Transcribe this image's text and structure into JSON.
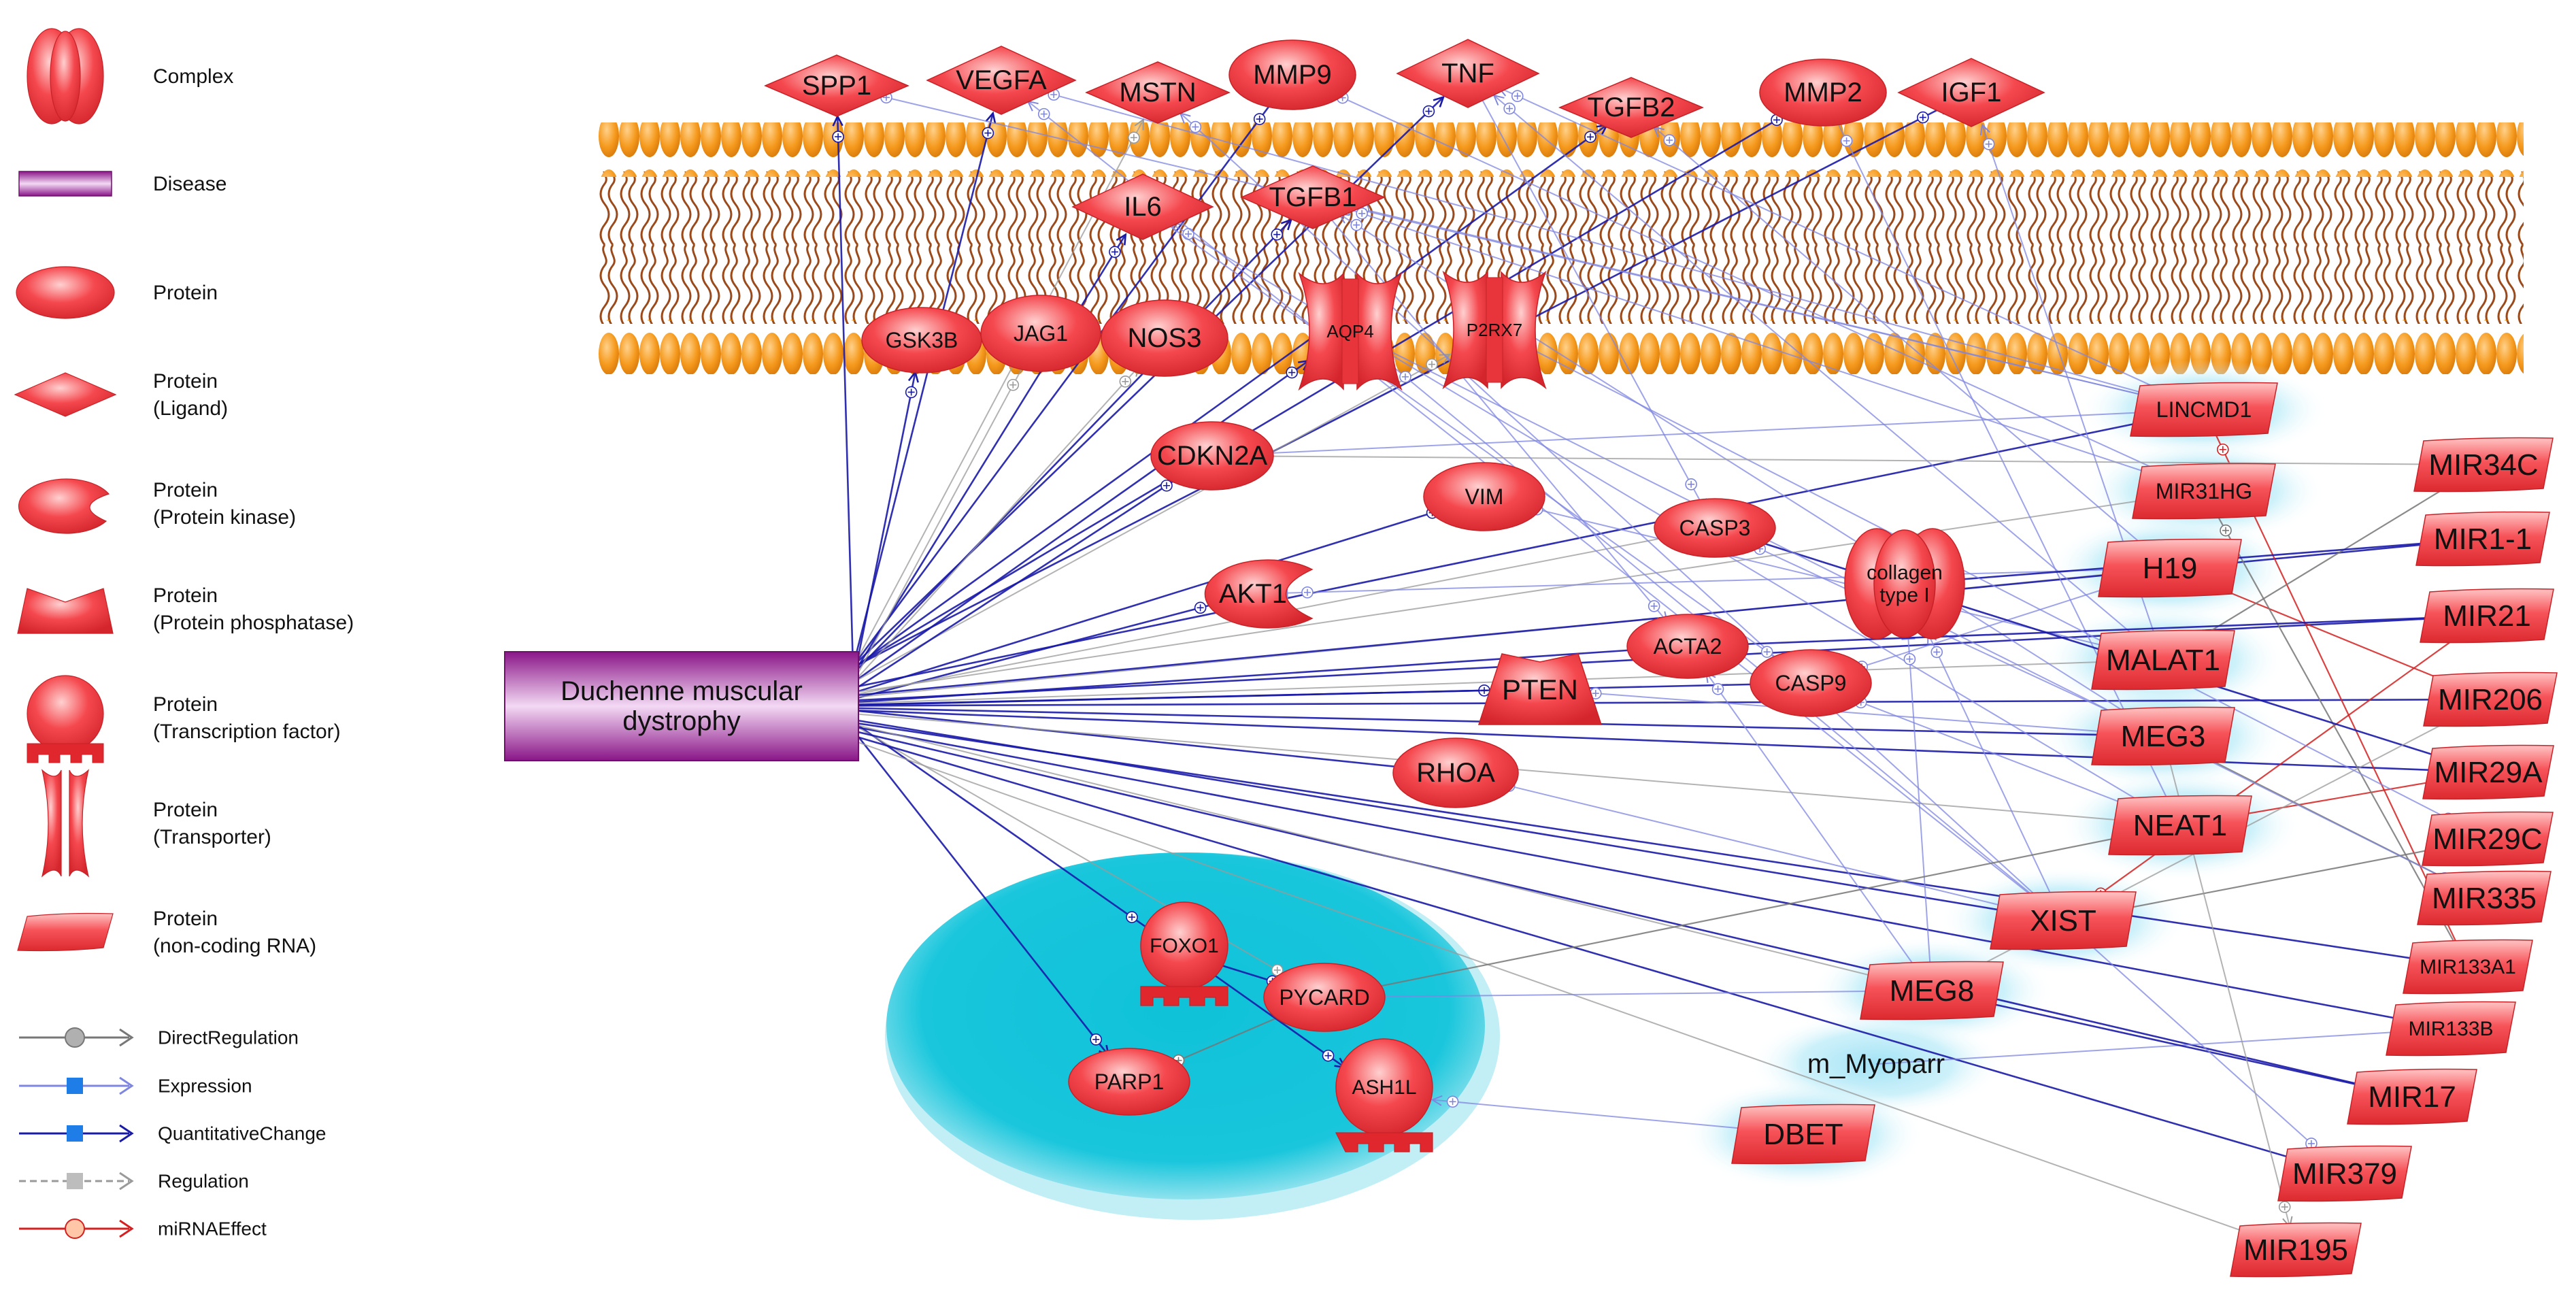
{
  "legend": {
    "node_types": [
      {
        "key": "complex",
        "label": "Complex",
        "icon": "complex-icon"
      },
      {
        "key": "disease",
        "label": "Disease",
        "icon": "disease-icon"
      },
      {
        "key": "protein",
        "label": "Protein",
        "icon": "protein-icon"
      },
      {
        "key": "ligand",
        "label": "Protein\n(Ligand)",
        "icon": "ligand-icon"
      },
      {
        "key": "kinase",
        "label": "Protein\n(Protein kinase)",
        "icon": "kinase-icon"
      },
      {
        "key": "phosphatase",
        "label": "Protein\n(Protein phosphatase)",
        "icon": "phosphatase-icon"
      },
      {
        "key": "tf",
        "label": "Protein\n(Transcription factor)",
        "icon": "transcription-factor-icon"
      },
      {
        "key": "transporter",
        "label": "Protein\n(Transporter)",
        "icon": "transporter-icon"
      },
      {
        "key": "ncrna",
        "label": "Protein\n(non-coding RNA)",
        "icon": "ncrna-icon"
      }
    ],
    "edge_types": [
      {
        "key": "direct",
        "label": "DirectRegulation",
        "color": "#777777",
        "marker": "circle",
        "dashed": false
      },
      {
        "key": "expression",
        "label": "Expression",
        "color": "#7f86e0",
        "marker": "square",
        "dashed": false
      },
      {
        "key": "quant",
        "label": "QuantitativeChange",
        "color": "#1a1aa8",
        "marker": "square",
        "dashed": false
      },
      {
        "key": "regulation",
        "label": "Regulation",
        "color": "#9a9a9a",
        "marker": "square",
        "dashed": true
      },
      {
        "key": "mirna",
        "label": "miRNAEffect",
        "color": "#d42020",
        "marker": "circle",
        "dashed": false
      }
    ]
  },
  "colors": {
    "node_fill": "#f0393f",
    "node_stroke": "#c72228",
    "disease_fill": "#8c1a8a",
    "membrane_head": "#f49a1d",
    "membrane_tail": "#9b4a1c",
    "nucleus": "#1fc6da",
    "highlight": "#9fe0f3",
    "quant": "#1a1aa8",
    "expression": "#7f86e0",
    "regulation": "#9a9a9a",
    "direct": "#777777",
    "mirna": "#d42020"
  },
  "nodes": [
    {
      "id": "DMD",
      "label": "Duchenne muscular\ndystrophy",
      "type": "disease"
    },
    {
      "id": "SPP1",
      "label": "SPP1",
      "type": "ligand"
    },
    {
      "id": "VEGFA",
      "label": "VEGFA",
      "type": "ligand"
    },
    {
      "id": "MSTN",
      "label": "MSTN",
      "type": "ligand"
    },
    {
      "id": "MMP9",
      "label": "MMP9",
      "type": "protein"
    },
    {
      "id": "TNF",
      "label": "TNF",
      "type": "ligand"
    },
    {
      "id": "TGFB2",
      "label": "TGFB2",
      "type": "ligand"
    },
    {
      "id": "MMP2",
      "label": "MMP2",
      "type": "protein"
    },
    {
      "id": "IGF1",
      "label": "IGF1",
      "type": "ligand"
    },
    {
      "id": "IL6",
      "label": "IL6",
      "type": "ligand"
    },
    {
      "id": "TGFB1",
      "label": "TGFB1",
      "type": "ligand"
    },
    {
      "id": "GSK3B",
      "label": "GSK3B",
      "type": "protein"
    },
    {
      "id": "JAG1",
      "label": "JAG1",
      "type": "protein"
    },
    {
      "id": "NOS3",
      "label": "NOS3",
      "type": "protein"
    },
    {
      "id": "AQP4",
      "label": "AQP4",
      "type": "transporter"
    },
    {
      "id": "P2RX7",
      "label": "P2RX7",
      "type": "transporter"
    },
    {
      "id": "CDKN2A",
      "label": "CDKN2A",
      "type": "protein"
    },
    {
      "id": "VIM",
      "label": "VIM",
      "type": "protein"
    },
    {
      "id": "CASP3",
      "label": "CASP3",
      "type": "protein"
    },
    {
      "id": "COL1",
      "label": "collagen\ntype I",
      "type": "complex"
    },
    {
      "id": "AKT1",
      "label": "AKT1",
      "type": "kinase"
    },
    {
      "id": "ACTA2",
      "label": "ACTA2",
      "type": "protein"
    },
    {
      "id": "CASP9",
      "label": "CASP9",
      "type": "protein"
    },
    {
      "id": "PTEN",
      "label": "PTEN",
      "type": "phosphatase"
    },
    {
      "id": "RHOA",
      "label": "RHOA",
      "type": "protein"
    },
    {
      "id": "FOXO1",
      "label": "FOXO1",
      "type": "tf"
    },
    {
      "id": "PYCARD",
      "label": "PYCARD",
      "type": "protein"
    },
    {
      "id": "PARP1",
      "label": "PARP1",
      "type": "protein"
    },
    {
      "id": "ASH1L",
      "label": "ASH1L",
      "type": "tf"
    },
    {
      "id": "LINCMD1",
      "label": "LINCMD1",
      "type": "ncrna",
      "glow": true
    },
    {
      "id": "MIR31HG",
      "label": "MIR31HG",
      "type": "ncrna",
      "glow": true
    },
    {
      "id": "H19",
      "label": "H19",
      "type": "ncrna",
      "glow": true
    },
    {
      "id": "MALAT1",
      "label": "MALAT1",
      "type": "ncrna",
      "glow": true
    },
    {
      "id": "MEG3",
      "label": "MEG3",
      "type": "ncrna",
      "glow": true
    },
    {
      "id": "NEAT1",
      "label": "NEAT1",
      "type": "ncrna",
      "glow": true
    },
    {
      "id": "XIST",
      "label": "XIST",
      "type": "ncrna",
      "glow": true
    },
    {
      "id": "MEG8",
      "label": "MEG8",
      "type": "ncrna",
      "glow": true
    },
    {
      "id": "MYOPARR",
      "label": "m_Myoparr",
      "type": "text",
      "glow": true
    },
    {
      "id": "DBET",
      "label": "DBET",
      "type": "ncrna",
      "glow": true
    },
    {
      "id": "MIR34C",
      "label": "MIR34C",
      "type": "ncrna"
    },
    {
      "id": "MIR1_1",
      "label": "MIR1-1",
      "type": "ncrna"
    },
    {
      "id": "MIR21",
      "label": "MIR21",
      "type": "ncrna"
    },
    {
      "id": "MIR206",
      "label": "MIR206",
      "type": "ncrna"
    },
    {
      "id": "MIR29A",
      "label": "MIR29A",
      "type": "ncrna"
    },
    {
      "id": "MIR29C",
      "label": "MIR29C",
      "type": "ncrna"
    },
    {
      "id": "MIR335",
      "label": "MIR335",
      "type": "ncrna"
    },
    {
      "id": "MIR133A1",
      "label": "MIR133A1",
      "type": "ncrna"
    },
    {
      "id": "MIR133B",
      "label": "MIR133B",
      "type": "ncrna"
    },
    {
      "id": "MIR17",
      "label": "MIR17",
      "type": "ncrna"
    },
    {
      "id": "MIR379",
      "label": "MIR379",
      "type": "ncrna"
    },
    {
      "id": "MIR195",
      "label": "MIR195",
      "type": "ncrna"
    }
  ],
  "edges": [
    [
      "DMD",
      "SPP1",
      "quant"
    ],
    [
      "DMD",
      "VEGFA",
      "quant"
    ],
    [
      "DMD",
      "MSTN",
      "regulation"
    ],
    [
      "DMD",
      "MMP9",
      "quant"
    ],
    [
      "DMD",
      "TNF",
      "quant"
    ],
    [
      "DMD",
      "TGFB2",
      "quant"
    ],
    [
      "DMD",
      "MMP2",
      "quant"
    ],
    [
      "DMD",
      "IGF1",
      "quant"
    ],
    [
      "DMD",
      "IL6",
      "quant"
    ],
    [
      "DMD",
      "TGFB1",
      "quant"
    ],
    [
      "DMD",
      "GSK3B",
      "quant"
    ],
    [
      "DMD",
      "JAG1",
      "regulation"
    ],
    [
      "DMD",
      "NOS3",
      "regulation"
    ],
    [
      "DMD",
      "AQP4",
      "quant"
    ],
    [
      "DMD",
      "P2RX7",
      "regulation"
    ],
    [
      "DMD",
      "CDKN2A",
      "quant"
    ],
    [
      "DMD",
      "VIM",
      "quant"
    ],
    [
      "DMD",
      "AKT1",
      "quant"
    ],
    [
      "DMD",
      "ACTA2",
      "quant"
    ],
    [
      "DMD",
      "PTEN",
      "quant"
    ],
    [
      "DMD",
      "RHOA",
      "quant"
    ],
    [
      "DMD",
      "CASP3",
      "regulation"
    ],
    [
      "DMD",
      "CASP9",
      "quant"
    ],
    [
      "DMD",
      "FOXO1",
      "quant"
    ],
    [
      "DMD",
      "PARP1",
      "quant"
    ],
    [
      "DMD",
      "PYCARD",
      "regulation"
    ],
    [
      "DMD",
      "LINCMD1",
      "quant"
    ],
    [
      "DMD",
      "MIR31HG",
      "regulation"
    ],
    [
      "DMD",
      "H19",
      "regulation"
    ],
    [
      "DMD",
      "MALAT1",
      "regulation"
    ],
    [
      "DMD",
      "MEG3",
      "quant"
    ],
    [
      "DMD",
      "XIST",
      "quant"
    ],
    [
      "DMD",
      "MIR1_1",
      "quant"
    ],
    [
      "DMD",
      "MIR21",
      "quant"
    ],
    [
      "DMD",
      "MIR206",
      "quant"
    ],
    [
      "DMD",
      "MIR29A",
      "quant"
    ],
    [
      "DMD",
      "MIR133A1",
      "quant"
    ],
    [
      "DMD",
      "MIR133B",
      "quant"
    ],
    [
      "DMD",
      "MIR17",
      "quant"
    ],
    [
      "DMD",
      "MIR379",
      "quant"
    ],
    [
      "DMD",
      "MIR195",
      "regulation"
    ],
    [
      "DMD",
      "MEG8",
      "regulation"
    ],
    [
      "DMD",
      "NEAT1",
      "regulation"
    ],
    [
      "LINCMD1",
      "SPP1",
      "expression"
    ],
    [
      "LINCMD1",
      "VEGFA",
      "expression"
    ],
    [
      "LINCMD1",
      "TNF",
      "expression"
    ],
    [
      "LINCMD1",
      "TGFB1",
      "expression"
    ],
    [
      "LINCMD1",
      "CDKN2A",
      "expression"
    ],
    [
      "MIR31HG",
      "MMP9",
      "expression"
    ],
    [
      "MIR31HG",
      "TGFB1",
      "expression"
    ],
    [
      "H19",
      "TGFB2",
      "expression"
    ],
    [
      "H19",
      "AKT1",
      "expression"
    ],
    [
      "H19",
      "CASP9",
      "expression"
    ],
    [
      "MALAT1",
      "IGF1",
      "expression"
    ],
    [
      "MALAT1",
      "TNF",
      "expression"
    ],
    [
      "MALAT1",
      "VIM",
      "expression"
    ],
    [
      "MEG3",
      "TGFB1",
      "expression"
    ],
    [
      "MEG3",
      "CASP3",
      "expression"
    ],
    [
      "MEG3",
      "PTEN",
      "expression"
    ],
    [
      "NEAT1",
      "MMP2",
      "expression"
    ],
    [
      "NEAT1",
      "IL6",
      "expression"
    ],
    [
      "NEAT1",
      "CASP9",
      "expression"
    ],
    [
      "XIST",
      "MSTN",
      "expression"
    ],
    [
      "XIST",
      "AQP4",
      "expression"
    ],
    [
      "XIST",
      "COL1",
      "expression"
    ],
    [
      "XIST",
      "RHOA",
      "expression"
    ],
    [
      "XIST",
      "VEGFA",
      "expression"
    ],
    [
      "MEG8",
      "COL1",
      "expression"
    ],
    [
      "MEG8",
      "ACTA2",
      "expression"
    ],
    [
      "MEG8",
      "PYCARD",
      "expression"
    ],
    [
      "DBET",
      "ASH1L",
      "expression"
    ],
    [
      "MYOPARR",
      "MIR133B",
      "expression"
    ],
    [
      "MIR21",
      "XIST",
      "mirna"
    ],
    [
      "MIR206",
      "H19",
      "mirna"
    ],
    [
      "MIR29A",
      "NEAT1",
      "mirna"
    ],
    [
      "MIR133A1",
      "LINCMD1",
      "mirna"
    ],
    [
      "MIR34C",
      "MALAT1",
      "direct"
    ],
    [
      "MIR29C",
      "XIST",
      "direct"
    ],
    [
      "MIR335",
      "MEG3",
      "direct"
    ],
    [
      "MIR133A1",
      "MIR31HG",
      "direct"
    ],
    [
      "FOXO1",
      "PYCARD",
      "quant"
    ],
    [
      "PYCARD",
      "PARP1",
      "direct"
    ],
    [
      "FOXO1",
      "ASH1L",
      "quant"
    ],
    [
      "PYCARD",
      "NEAT1",
      "direct"
    ],
    [
      "MEG8",
      "MIR17",
      "quant"
    ],
    [
      "XIST",
      "MIR379",
      "expression"
    ],
    [
      "MEG3",
      "MIR195",
      "regulation"
    ],
    [
      "COL1",
      "MIR1_1",
      "quant"
    ],
    [
      "CASP3",
      "MIR29A",
      "quant"
    ],
    [
      "MEG8",
      "MIR206",
      "regulation"
    ],
    [
      "ACTA2",
      "MIR21",
      "quant"
    ],
    [
      "P2RX7",
      "MIR29C",
      "expression"
    ],
    [
      "AQP4",
      "MIR335",
      "expression"
    ],
    [
      "CDKN2A",
      "MIR34C",
      "regulation"
    ],
    [
      "TGFB1",
      "ACTA2",
      "expression"
    ],
    [
      "TNF",
      "CASP3",
      "expression"
    ],
    [
      "IL6",
      "CASP9",
      "expression"
    ]
  ]
}
